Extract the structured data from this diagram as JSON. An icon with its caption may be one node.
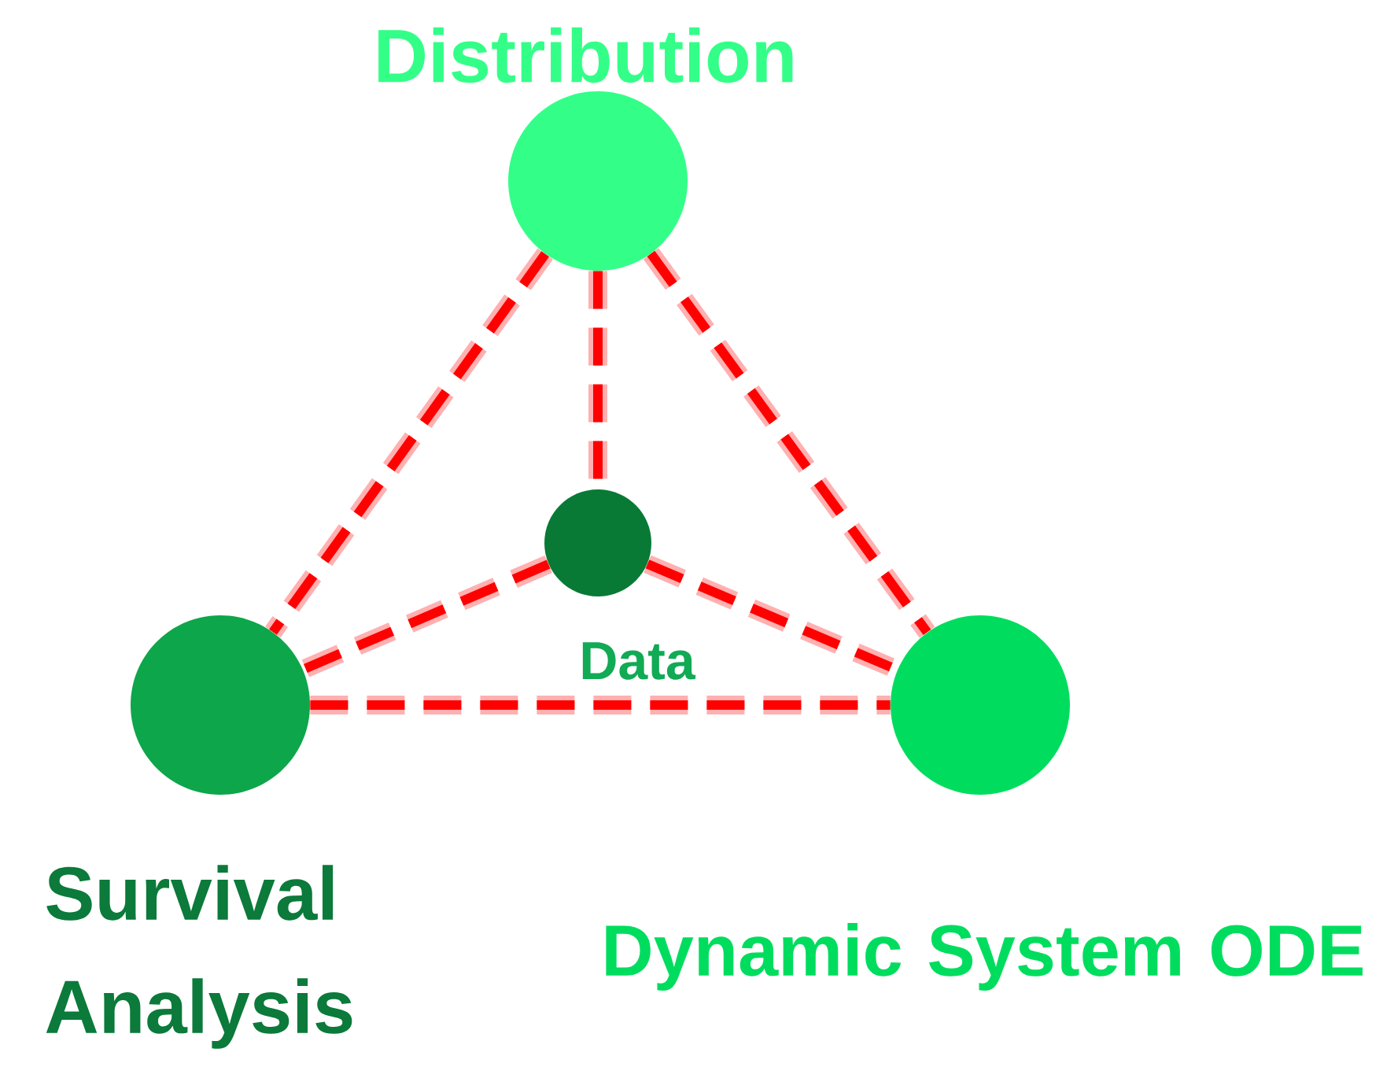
{
  "diagram": {
    "nodes": [
      {
        "text": [
          "Distribution"
        ]
      },
      {
        "text": [
          "Data"
        ]
      },
      {
        "text": [
          "Survival Analysis"
        ]
      },
      {
        "text": [
          "Dynamic System ODE"
        ]
      }
    ],
    "edges": [
      {
        "from": 0,
        "to": 2,
        "arrow": "none",
        "style": "dashed"
      },
      {
        "from": 0,
        "to": 3,
        "arrow": "none",
        "style": "dashed"
      },
      {
        "from": 0,
        "to": 1,
        "arrow": "none",
        "style": "dashed"
      },
      {
        "from": 1,
        "to": 2,
        "arrow": "none",
        "style": "dashed"
      },
      {
        "from": 1,
        "to": 3,
        "arrow": "none",
        "style": "dashed"
      },
      {
        "from": 2,
        "to": 3,
        "arrow": "none",
        "style": "dashed"
      }
    ]
  }
}
